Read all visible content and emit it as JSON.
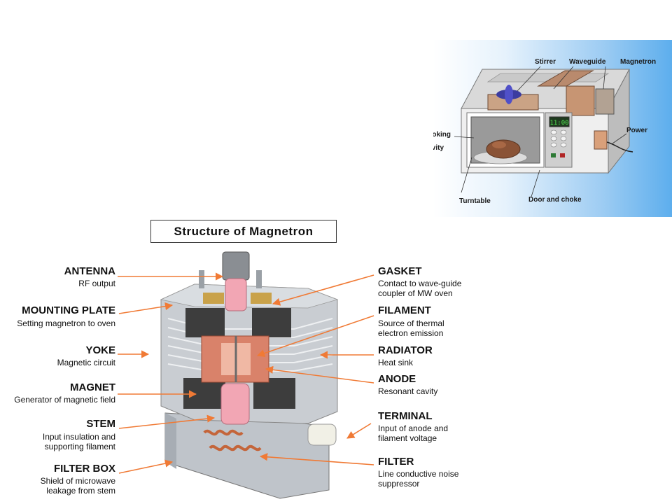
{
  "microwave": {
    "labels": {
      "stirrer": "Stirrer",
      "waveguide": "Waveguide",
      "magnetron": "Magnetron",
      "power": "Power",
      "cooking": "Cooking",
      "cavity": "Cavity",
      "turntable": "Turntable",
      "door_and_choke": "Door and choke",
      "clock": "11:00"
    }
  },
  "magnetron_diagram": {
    "title": "Structure of Magnetron",
    "left_labels": [
      {
        "name": "ANTENNA",
        "desc": [
          "RF output"
        ]
      },
      {
        "name": "MOUNTING PLATE",
        "desc": [
          "Setting magnetron to oven"
        ]
      },
      {
        "name": "YOKE",
        "desc": [
          "Magnetic circuit"
        ]
      },
      {
        "name": "MAGNET",
        "desc": [
          "Generator of magnetic field"
        ]
      },
      {
        "name": "STEM",
        "desc": [
          "Input insulation and",
          "supporting filament"
        ]
      },
      {
        "name": "FILTER BOX",
        "desc": [
          "Shield of microwave",
          "leakage from stem"
        ]
      }
    ],
    "right_labels": [
      {
        "name": "GASKET",
        "desc": [
          "Contact to wave-guide",
          "coupler of MW oven"
        ]
      },
      {
        "name": "FILAMENT",
        "desc": [
          "Source of thermal",
          "electron emission"
        ]
      },
      {
        "name": "RADIATOR",
        "desc": [
          "Heat sink"
        ]
      },
      {
        "name": "ANODE",
        "desc": [
          "Resonant cavity"
        ]
      },
      {
        "name": "TERMINAL",
        "desc": [
          "Input of anode and",
          "filament voltage"
        ]
      },
      {
        "name": "FILTER",
        "desc": [
          "Line conductive noise",
          "suppressor"
        ]
      }
    ],
    "colors": {
      "arrow": "#f07a35",
      "copper": "#c4653a",
      "pink": "#f2a6b4",
      "metal": "#b8bcc2"
    }
  }
}
